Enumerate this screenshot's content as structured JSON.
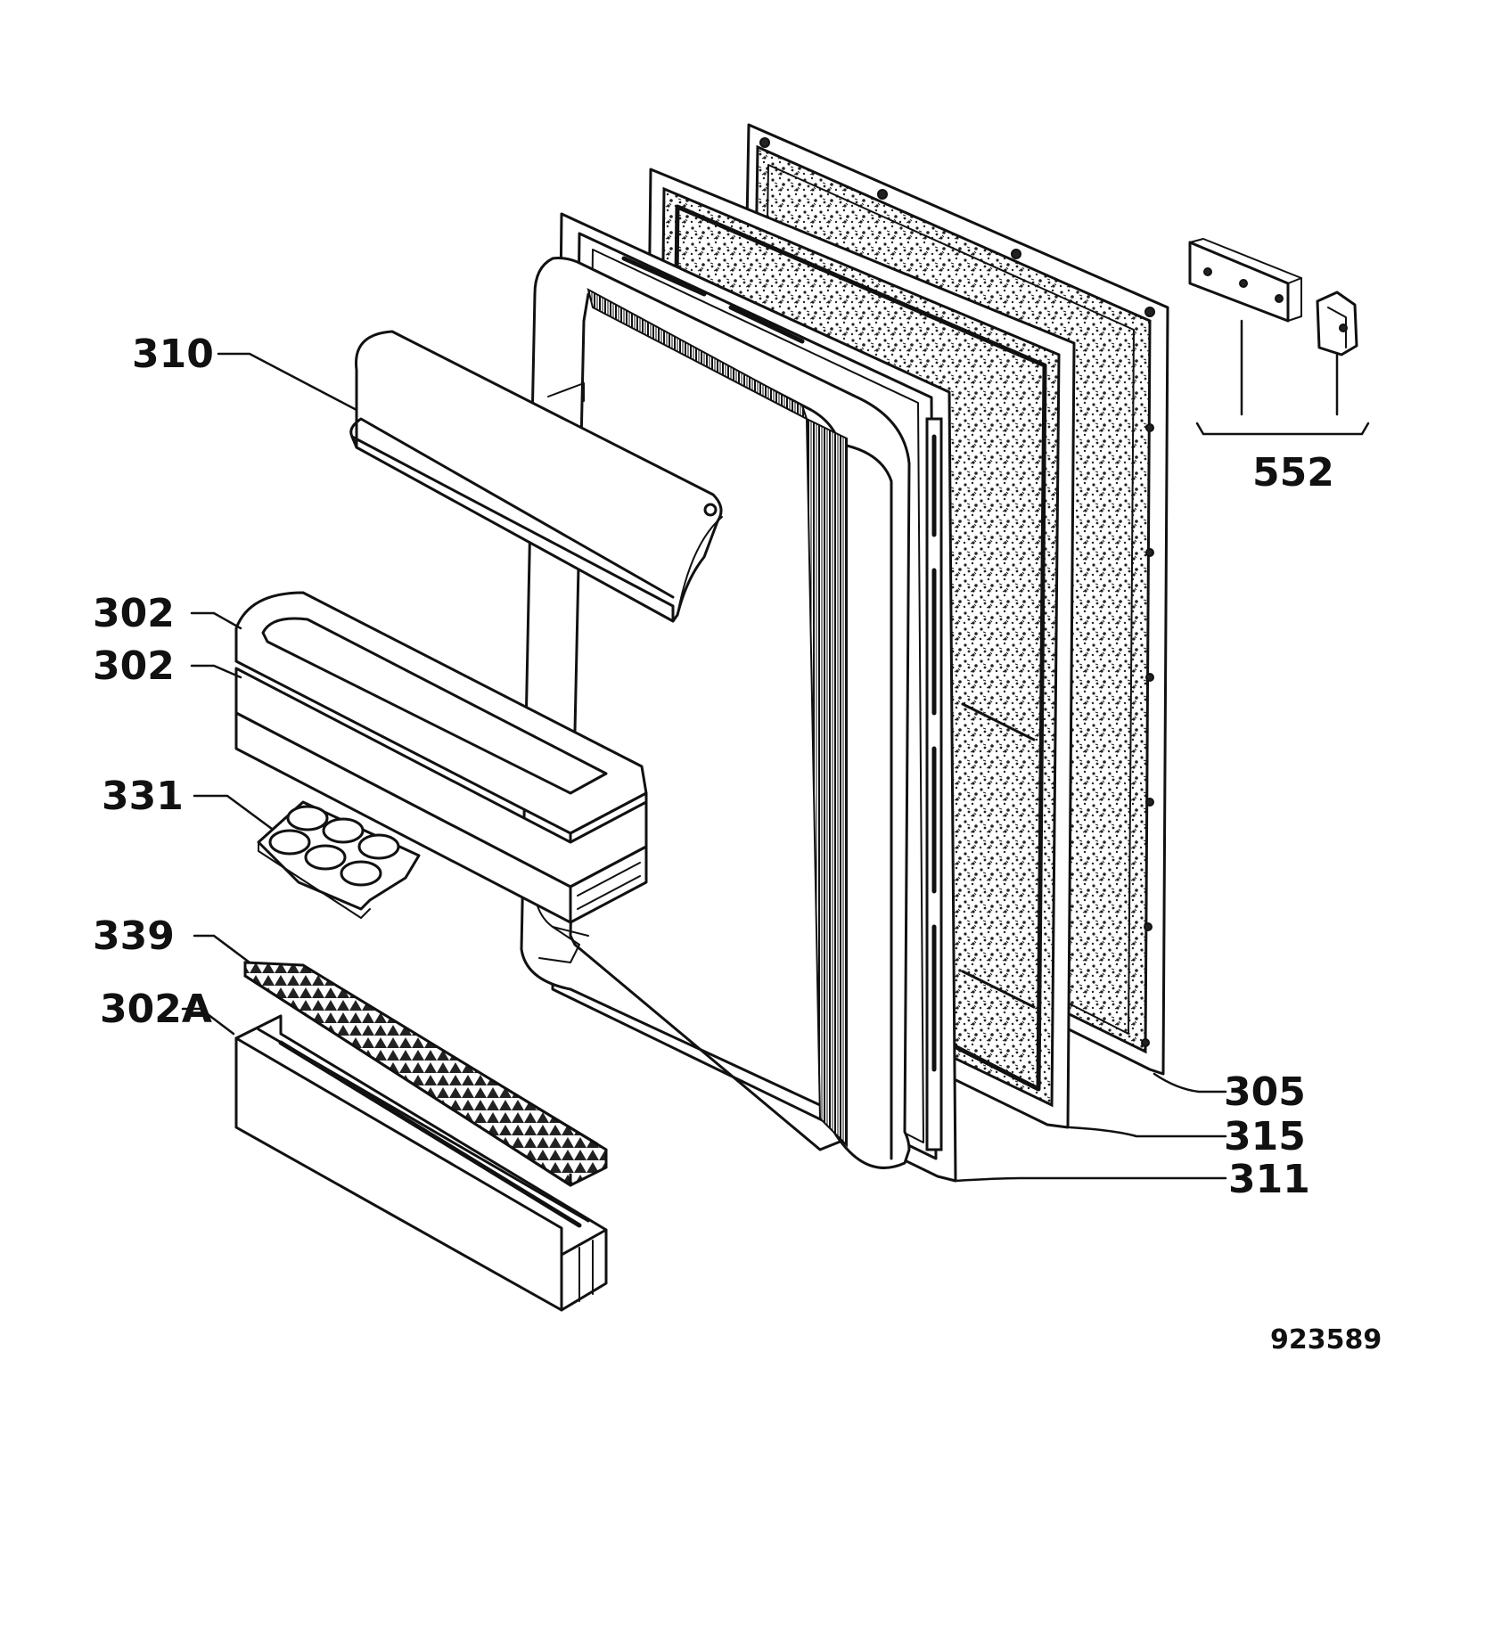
{
  "labels": {
    "p310": "310",
    "p302_top": "302",
    "p302_bottom": "302",
    "p331": "331",
    "p339": "339",
    "p302a": "302A",
    "p552": "552",
    "p305": "305",
    "p315": "315",
    "p311": "311"
  },
  "reference_number": "923589",
  "colors": {
    "line": "#111111",
    "background": "#ffffff"
  }
}
